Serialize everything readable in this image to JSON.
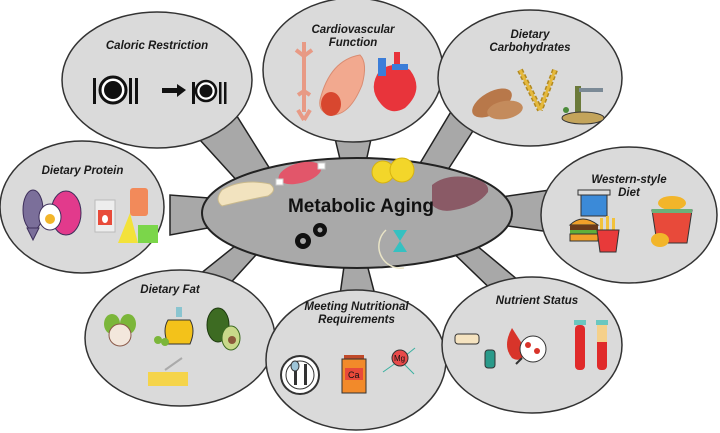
{
  "center": {
    "title": "Metabolic Aging",
    "icons": [
      "pancreas-icon",
      "muscle-icon",
      "fat-cells-icon",
      "liver-icon",
      "gears-icon",
      "hourglass-icon"
    ]
  },
  "nodes": [
    {
      "id": "caloric",
      "title": "Caloric Restriction",
      "icons": [
        "plate-cutlery-large-icon",
        "arrow-right-icon",
        "plate-cutlery-small-icon"
      ]
    },
    {
      "id": "cardio",
      "title": "Cardiovascular Function",
      "line1": "Cardiovascular",
      "line2": "Function",
      "icons": [
        "artery-icon",
        "blood-vessel-icon",
        "heart-icon"
      ]
    },
    {
      "id": "carbs",
      "title": "Dietary Carbohydrates",
      "line1": "Dietary",
      "line2": "Carbohydrates",
      "icons": [
        "bread-icon",
        "wheat-icon",
        "pasta-icon"
      ]
    },
    {
      "id": "protein",
      "title": "Dietary Protein",
      "icons": [
        "fish-icon",
        "egg-icon",
        "meat-icon",
        "milk-carton-icon",
        "cheese-icon",
        "yogurt-icon"
      ]
    },
    {
      "id": "western",
      "title": "Western-style Diet",
      "line1": "Western-style",
      "line2": "Diet",
      "icons": [
        "burger-icon",
        "soda-icon",
        "fries-icon",
        "fried-chicken-bucket-icon"
      ]
    },
    {
      "id": "fat",
      "title": "Dietary Fat",
      "icons": [
        "nuts-icon",
        "olive-oil-icon",
        "avocado-icon",
        "butter-icon"
      ]
    },
    {
      "id": "requirements",
      "title": "Meeting Nutritional Requirements",
      "line1": "Meeting Nutritional",
      "line2": "Requirements",
      "icons": [
        "plate-spoon-fork-icon",
        "calcium-supplement-icon",
        "magnesium-molecule-icon"
      ],
      "supplement_label": "Ca",
      "molecule_label": "Mg"
    },
    {
      "id": "status",
      "title": "Nutrient Status",
      "icons": [
        "glucometer-finger-icon",
        "blood-cells-magnifier-icon",
        "blood-test-tubes-icon"
      ]
    }
  ],
  "colors": {
    "bubble_fill": "#dadada",
    "center_fill": "#a9a9a9",
    "connector_fill": "#a8a8a8",
    "outline": "#222222"
  }
}
